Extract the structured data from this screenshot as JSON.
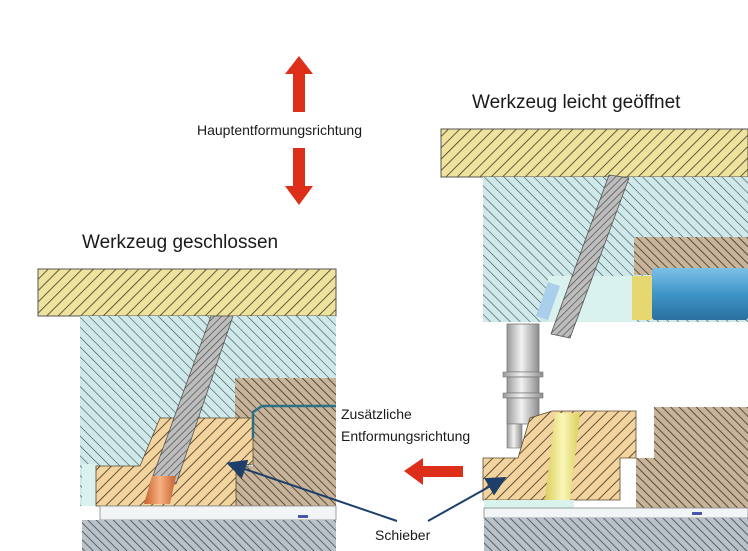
{
  "labels": {
    "main_direction": "Hauptentformungsrichtung",
    "tool_open": "Werkzeug leicht geöffnet",
    "tool_closed": "Werkzeug geschlossen",
    "additional_direction_line1": "Zusätzliche",
    "additional_direction_line2": "Entformungsrichtung",
    "slider": "Schieber"
  },
  "colors": {
    "arrow_red": "#dd2e1a",
    "plate_yellow": "#efe29c",
    "block_cyan": "#cfe9ea",
    "slider_orange": "#f3d49e",
    "block_brown": "#c7b49a",
    "pin_grey": "#c8c8c8",
    "tip_copper": "#e7874f",
    "part_blue": "#3f95c8",
    "base_grey": "#b9c2c8",
    "leader_navy": "#1d3f69"
  }
}
